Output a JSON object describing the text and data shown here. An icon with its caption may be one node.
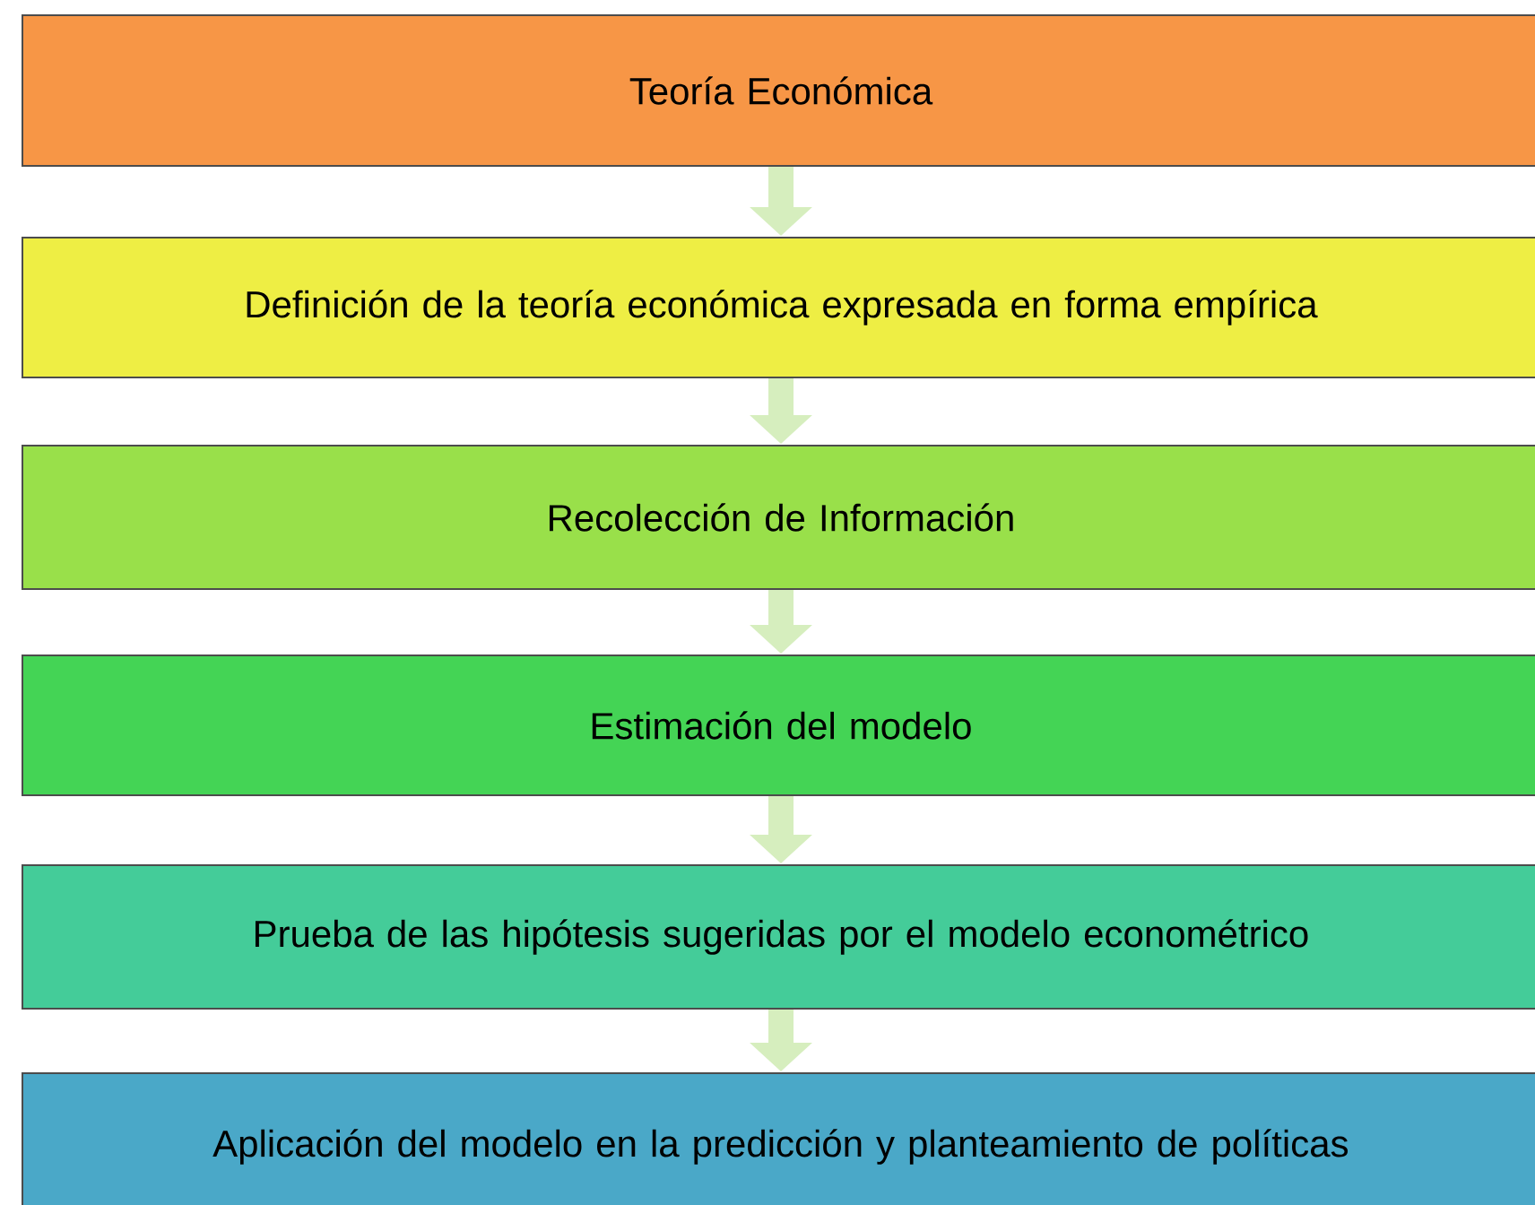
{
  "diagram": {
    "nodes": [
      {
        "text": [
          "Teoría Económica"
        ]
      },
      {
        "text": [
          "Definición de la teoría económica expresada en forma empírica"
        ]
      },
      {
        "text": [
          "Recolección de Información"
        ]
      },
      {
        "text": [
          "Estimación del modelo"
        ]
      },
      {
        "text": [
          "Prueba de las hipótesis sugeridas por el modelo econométrico"
        ]
      },
      {
        "text": [
          "Aplicación del modelo en la predicción y planteamiento de políticas"
        ]
      }
    ],
    "edges": [
      {
        "from": 0,
        "to": 1,
        "arrow": "to"
      },
      {
        "from": 1,
        "to": 2,
        "arrow": "to"
      },
      {
        "from": 2,
        "to": 3,
        "arrow": "to"
      },
      {
        "from": 3,
        "to": 4,
        "arrow": "to"
      },
      {
        "from": 4,
        "to": 5,
        "arrow": "to"
      }
    ]
  }
}
